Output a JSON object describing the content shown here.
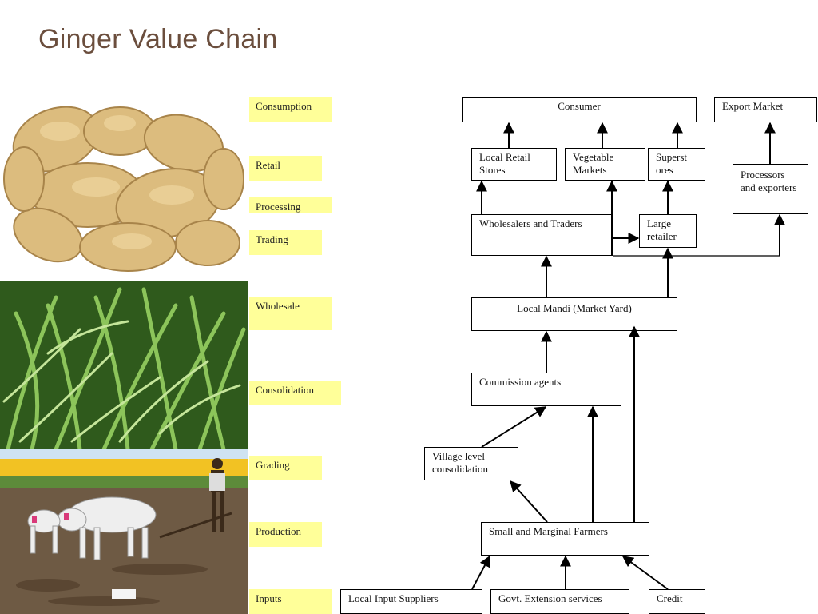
{
  "title": "Ginger Value Chain",
  "stages": [
    "Consumption",
    "Retail",
    "Processing",
    "Trading",
    "Wholesale",
    "Consolidation",
    "Grading",
    "Production",
    "Inputs"
  ],
  "nodes": {
    "consumer": "Consumer",
    "export_market": "Export Market",
    "local_retail": "Local Retail Stores",
    "vegetable_markets": "Vegetable Markets",
    "superstores": "Superst ores",
    "processors": "Processors and exporters",
    "wholesalers": "Wholesalers and Traders",
    "large_retailer": "Large retailer",
    "local_mandi": "Local Mandi (Market Yard)",
    "commission_agents": "Commission agents",
    "village_consolidation": "Village level consolidation",
    "farmers": "Small and Marginal Farmers",
    "input_suppliers": "Local Input Suppliers",
    "govt_extension": "Govt. Extension services",
    "credit": "Credit"
  },
  "photos": [
    {
      "subject": "ginger-root"
    },
    {
      "subject": "ginger-plants"
    },
    {
      "subject": "farmer-with-oxen"
    }
  ]
}
